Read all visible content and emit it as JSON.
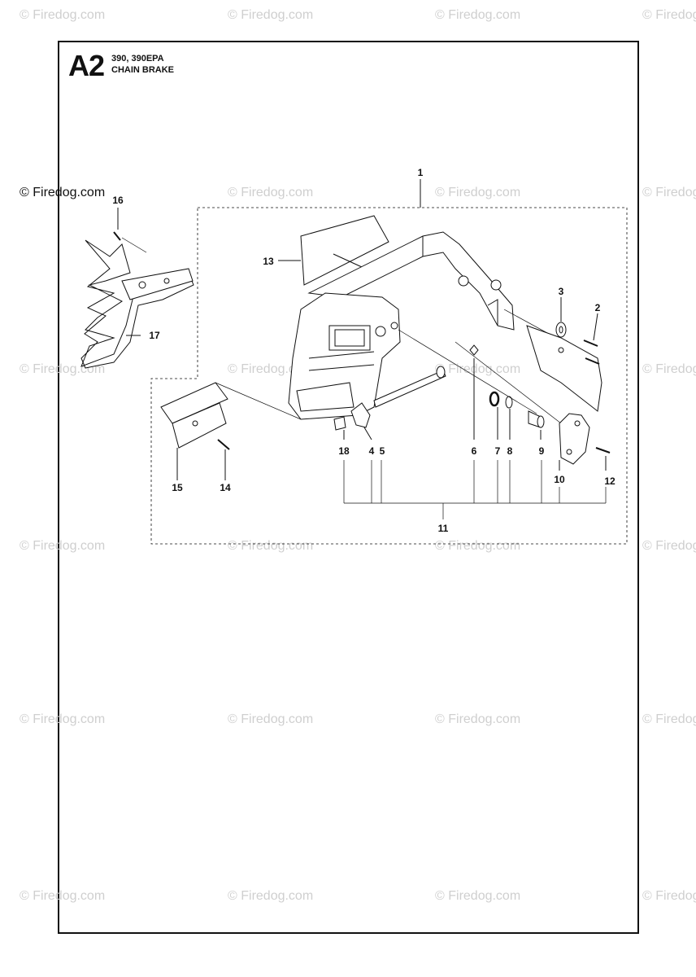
{
  "header": {
    "code": "A2",
    "models": "390, 390EPA",
    "title": "CHAIN BRAKE"
  },
  "watermark": {
    "text": "© Firedog.com"
  },
  "callouts": {
    "p1": "1",
    "p2": "2",
    "p3": "3",
    "p4": "4",
    "p5": "5",
    "p6": "6",
    "p7": "7",
    "p8": "8",
    "p9": "9",
    "p10": "10",
    "p11": "11",
    "p12": "12",
    "p13": "13",
    "p14": "14",
    "p15": "15",
    "p16": "16",
    "p17": "17",
    "p18": "18"
  }
}
